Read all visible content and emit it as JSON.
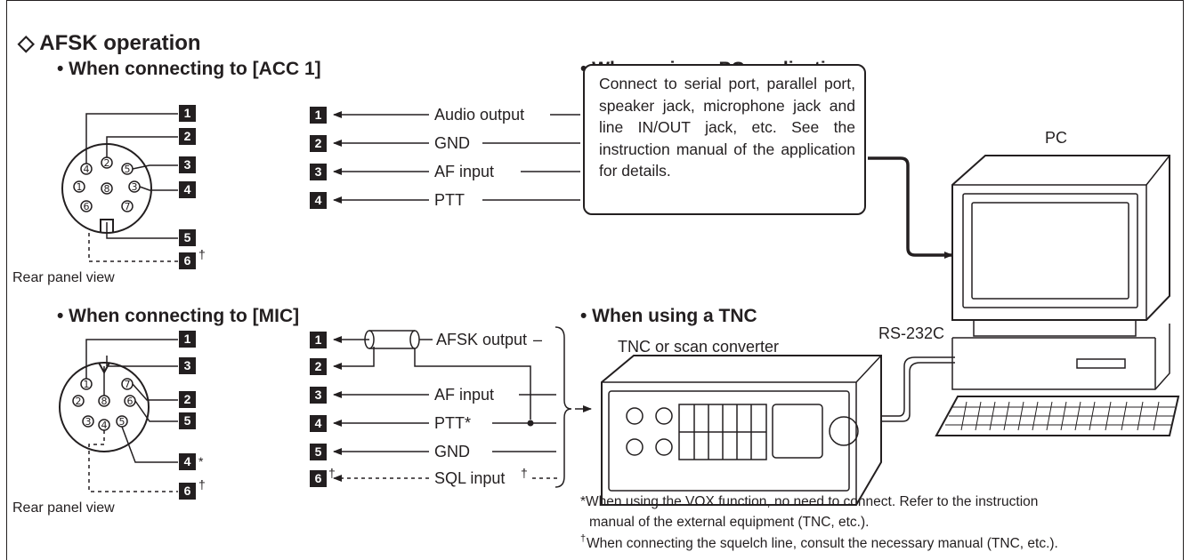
{
  "title": "◇ AFSK operation",
  "acc1": {
    "heading": "• When connecting to [ACC 1]",
    "rear_label": "Rear panel view",
    "pin_labels": [
      "1",
      "2",
      "3",
      "4",
      "5",
      "6"
    ],
    "dagger": "†"
  },
  "mic": {
    "heading": "• When connecting to [MIC]",
    "rear_label": "Rear panel view",
    "pin_labels": [
      "1",
      "3",
      "2",
      "5",
      "4",
      "6"
    ],
    "asterisk": "*",
    "dagger": "†"
  },
  "pc_app": {
    "heading": "• When using a PC application",
    "signals": [
      {
        "pin": "1",
        "label": "Audio output"
      },
      {
        "pin": "2",
        "label": "GND"
      },
      {
        "pin": "3",
        "label": "AF input"
      },
      {
        "pin": "4",
        "label": "PTT"
      }
    ],
    "callout": "Connect to serial port, parallel port, speaker jack, microphone jack and line IN/OUT jack, etc. See the instruction manual of the application for details.",
    "pc_label": "PC"
  },
  "tnc": {
    "heading": "• When using a TNC",
    "signals": [
      {
        "pin": "1",
        "label": "AFSK output"
      },
      {
        "pin": "2",
        "label": ""
      },
      {
        "pin": "3",
        "label": "AF input"
      },
      {
        "pin": "4",
        "label": "PTT*"
      },
      {
        "pin": "5",
        "label": "GND"
      },
      {
        "pin": "6",
        "label": "SQL input"
      }
    ],
    "dagger": "†",
    "device_label": "TNC or scan converter",
    "rs232_label": "RS-232C"
  },
  "notes": {
    "vox_line1": "*When using the VOX function, no need to connect. Refer to the instruction",
    "vox_line2": "manual of the external equipment (TNC, etc.).",
    "sql_dagger": "†",
    "sql_line": "When connecting the squelch line, consult the necessary manual (TNC, etc.)."
  }
}
